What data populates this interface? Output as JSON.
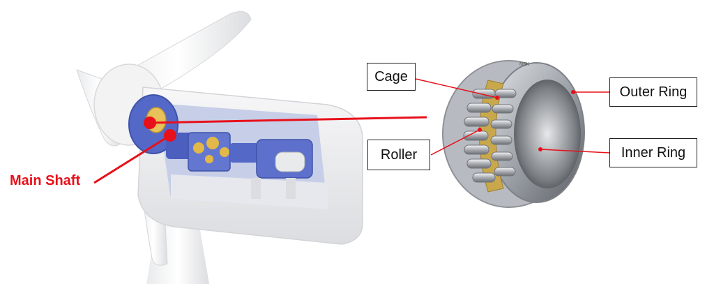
{
  "labels": {
    "main_shaft": "Main Shaft",
    "cage": "Cage",
    "roller": "Roller",
    "outer_ring": "Outer Ring",
    "inner_ring": "Inner Ring"
  },
  "icons": {
    "turbine": "wind-turbine-nacelle-icon",
    "bearing": "spherical-roller-bearing-icon"
  },
  "bearing_brand": "NSK",
  "colors": {
    "highlight": "#e8101a",
    "nacelle_blue": "#5468c8",
    "cage_brass": "#c9a84c",
    "steel": "#b8bcc2"
  }
}
